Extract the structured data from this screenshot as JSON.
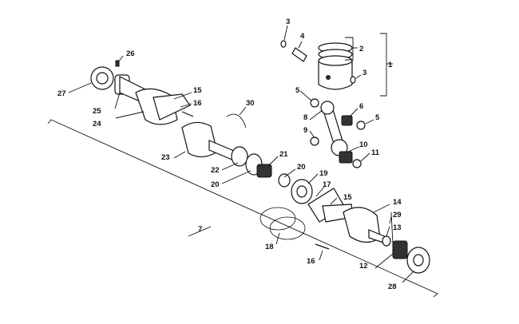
{
  "callouts": [
    "1",
    "2",
    "3",
    "3",
    "4",
    "5",
    "5",
    "6",
    "7",
    "8",
    "9",
    "10",
    "11",
    "12",
    "13",
    "14",
    "15",
    "15",
    "16",
    "16",
    "17",
    "18",
    "19",
    "20",
    "20",
    "21",
    "22",
    "23",
    "24",
    "25",
    "26",
    "27",
    "28",
    "29",
    "30"
  ],
  "colors": {
    "ink": "#111111",
    "paper": "#ffffff",
    "shade": "#333333"
  }
}
